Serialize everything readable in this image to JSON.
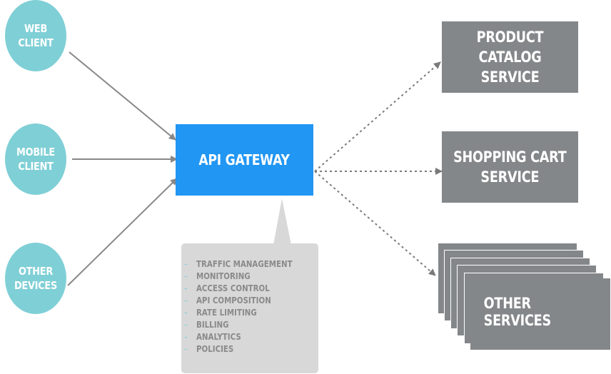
{
  "clients": [
    {
      "id": "web",
      "label": "WEB\nCLIENT"
    },
    {
      "id": "mobile",
      "label": "MOBILE\nCLIENT"
    },
    {
      "id": "other",
      "label": "OTHER\nDEVICES"
    }
  ],
  "gateway": {
    "label": "API GATEWAY"
  },
  "services": [
    {
      "id": "product-catalog",
      "label": "PRODUCT CATALOG\nSERVICE"
    },
    {
      "id": "shopping-cart",
      "label": "SHOPPING CART\nSERVICE"
    },
    {
      "id": "other-services",
      "label": "OTHER SERVICES"
    }
  ],
  "features": [
    "TRAFFIC MANAGEMENT",
    "MONITORING",
    "ACCESS CONTROL",
    "API COMPOSITION",
    "RATE LIMITING",
    "BILLING",
    "ANALYTICS",
    "POLICIES"
  ],
  "feature_bullet": "-",
  "colors": {
    "client_fill": "#7fcfd6",
    "gateway_fill": "#2196f3",
    "service_fill": "#848789",
    "features_fill": "#d8d8d8",
    "client_edge": "#888888",
    "service_edge": "#7a7a7a"
  }
}
